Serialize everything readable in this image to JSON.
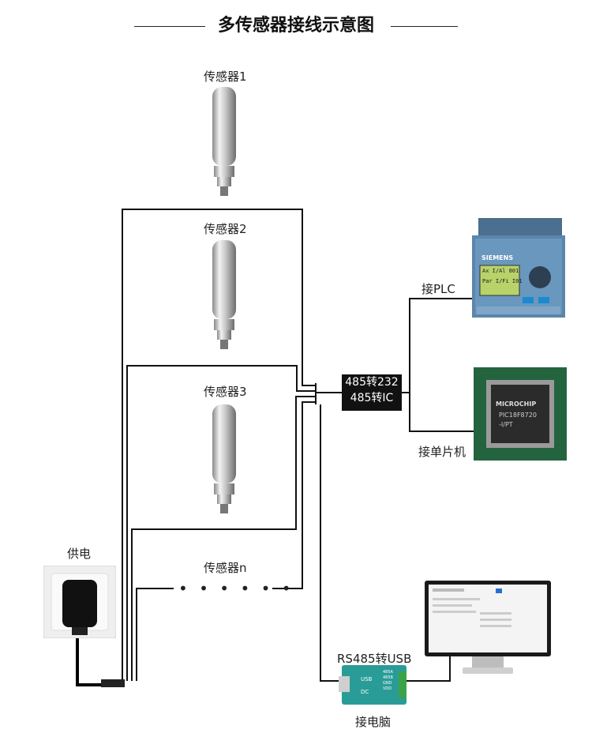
{
  "title": "多传感器接线示意图",
  "sensors": [
    {
      "label": "传感器1"
    },
    {
      "label": "传感器2"
    },
    {
      "label": "传感器3"
    },
    {
      "label": "传感器n"
    }
  ],
  "power_label": "供电",
  "converter": {
    "line1": "485转232",
    "line2": "485转IC"
  },
  "plc": {
    "label": "接PLC",
    "brand": "SIEMENS",
    "lcd_line1": "Ax  I/Al 801",
    "lcd_line2": "Par  I/Fi  I01"
  },
  "mcu": {
    "label": "接单片机",
    "chip_brand": "MICROCHIP",
    "chip_line1": "PIC18F8720",
    "chip_line2": "-I/PT"
  },
  "usb_converter": {
    "label": "RS485转USB",
    "usb": "USB",
    "dc": "DC",
    "pins": "485A 485B GND VDD"
  },
  "computer_label": "接电脑",
  "dots": "• • • • • •"
}
